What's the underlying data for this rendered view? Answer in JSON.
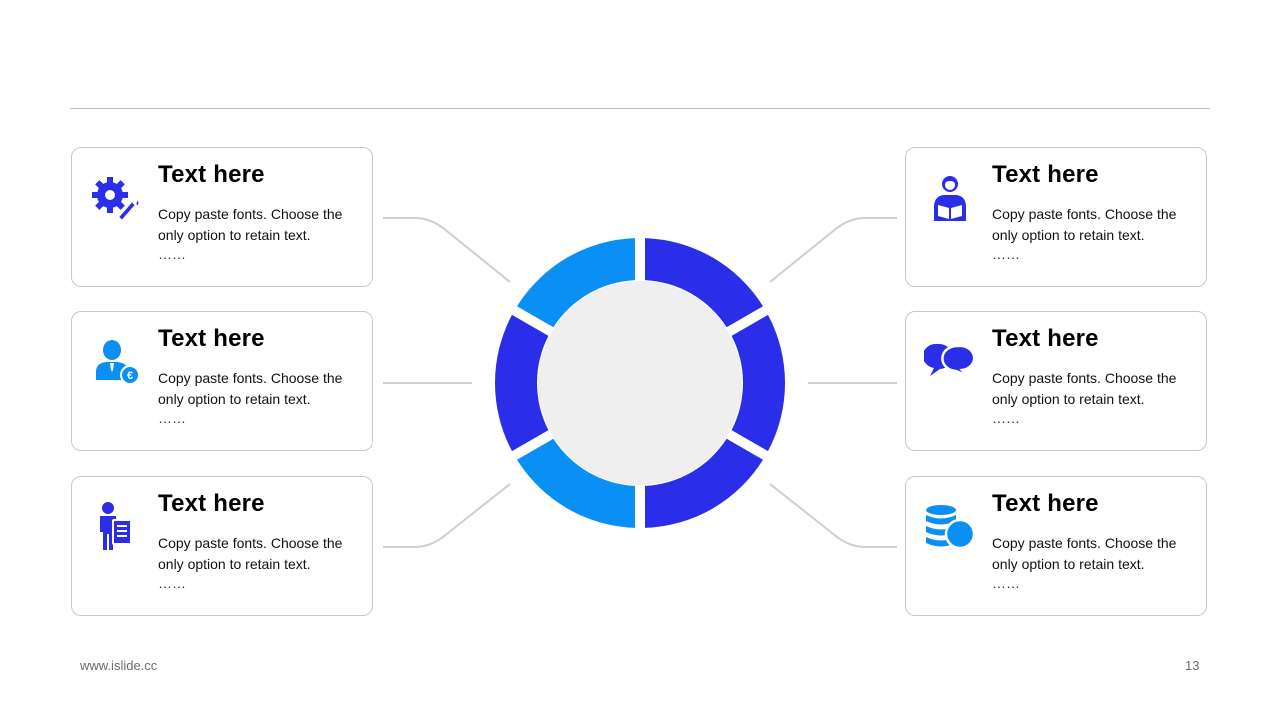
{
  "cards": [
    {
      "title": "Text here",
      "body": "Copy paste fonts. Choose the only option to retain text.",
      "dots": "……",
      "icon": "gear-wrench-icon"
    },
    {
      "title": "Text here",
      "body": "Copy paste fonts. Choose the only option to retain text.",
      "dots": "……",
      "icon": "businessman-euro-icon"
    },
    {
      "title": "Text here",
      "body": "Copy paste fonts. Choose the only option to retain text.",
      "dots": "……",
      "icon": "person-document-icon"
    },
    {
      "title": "Text here",
      "body": "Copy paste fonts. Choose the only option to retain text.",
      "dots": "……",
      "icon": "person-reading-icon"
    },
    {
      "title": "Text here",
      "body": "Copy paste fonts. Choose the only option to retain text.",
      "dots": "……",
      "icon": "chat-bubbles-icon"
    },
    {
      "title": "Text here",
      "body": "Copy paste fonts. Choose the only option to retain text.",
      "dots": "……",
      "icon": "coins-database-icon"
    }
  ],
  "colors": {
    "dark_blue": "#2a2ee8",
    "light_blue": "#0a8ff5",
    "center_fill": "#efefef",
    "connector": "#cfcfcf"
  },
  "ring_segments": [
    "dark_blue",
    "dark_blue",
    "dark_blue",
    "light_blue",
    "dark_blue",
    "light_blue"
  ],
  "footer": {
    "url": "www.islide.cc",
    "page": "13"
  }
}
